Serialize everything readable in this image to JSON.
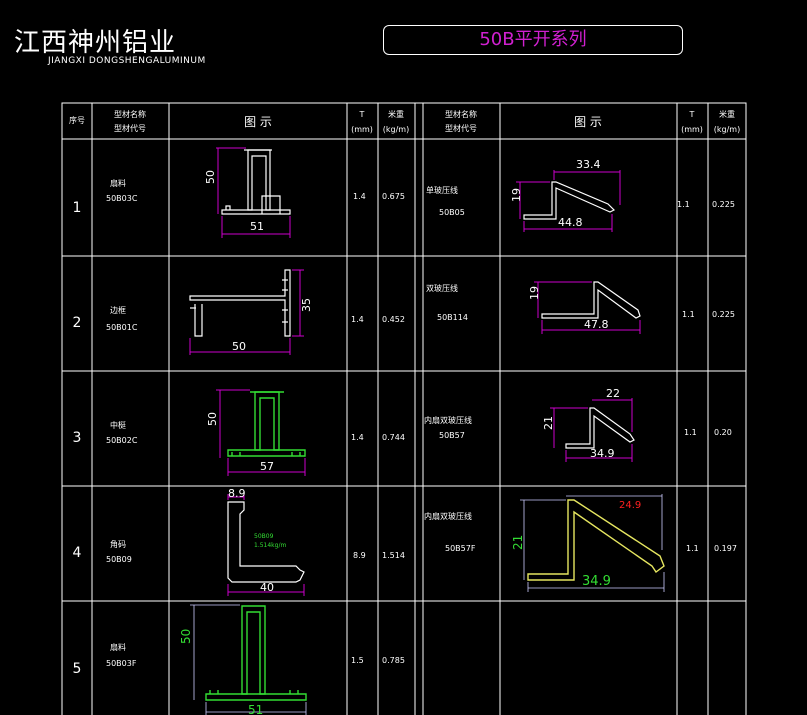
{
  "header": {
    "company_cn": "江西神州铝业",
    "company_en": "JIANGXI DONGSHENGALUMINUM",
    "series_title": "50B平开系列"
  },
  "table_header": {
    "seq": "序号",
    "name_line1": "型材名称",
    "name_line2": "型材代号",
    "diagram": "图 示",
    "t_line1": "T",
    "t_line2": "(mm)",
    "w_line1": "米重",
    "w_line2": "(kg/m)"
  },
  "left_rows": [
    {
      "no": "1",
      "name": "扇料",
      "code": "50B03C",
      "t": "1.4",
      "weight": "0.675",
      "dims": [
        "50",
        "51"
      ]
    },
    {
      "no": "2",
      "name": "边框",
      "code": "50B01C",
      "t": "1.4",
      "weight": "0.452",
      "dims": [
        "35",
        "50"
      ]
    },
    {
      "no": "3",
      "name": "中梃",
      "code": "50B02C",
      "t": "1.4",
      "weight": "0.744",
      "dims": [
        "50",
        "57"
      ]
    },
    {
      "no": "4",
      "name": "角码",
      "code": "50B09",
      "t": "8.9",
      "weight": "1.514",
      "dims": [
        "8.9",
        "40"
      ],
      "note1": "50B09",
      "note2": "1.514kg/m"
    },
    {
      "no": "5",
      "name": "扇料",
      "code": "50B03F",
      "t": "1.5",
      "weight": "0.785",
      "dims": [
        "50",
        "51"
      ]
    }
  ],
  "right_rows": [
    {
      "name": "单玻压线",
      "code": "50B05",
      "t": "1.1",
      "weight": "0.225",
      "dims": [
        "33.4",
        "19",
        "44.8"
      ]
    },
    {
      "name": "双玻压线",
      "code": "50B114",
      "t": "1.1",
      "weight": "0.225",
      "dims": [
        "19",
        "47.8"
      ]
    },
    {
      "name": "内扇双玻压线",
      "code": "50B57",
      "t": "1.1",
      "weight": "0.20",
      "dims": [
        "22",
        "21",
        "34.9"
      ]
    },
    {
      "name": "内扇双玻压线",
      "code": "50B57F",
      "t": "1.1",
      "weight": "0.197",
      "dims": [
        "24.9",
        "21",
        "34.9"
      ]
    }
  ],
  "colors": {
    "line": "#ffffff",
    "dim": "#cc00cc",
    "profile": "#ffffff",
    "profile_green": "#33dd33",
    "profile_yellow": "#e6e660",
    "accent_red": "#ff2020"
  }
}
